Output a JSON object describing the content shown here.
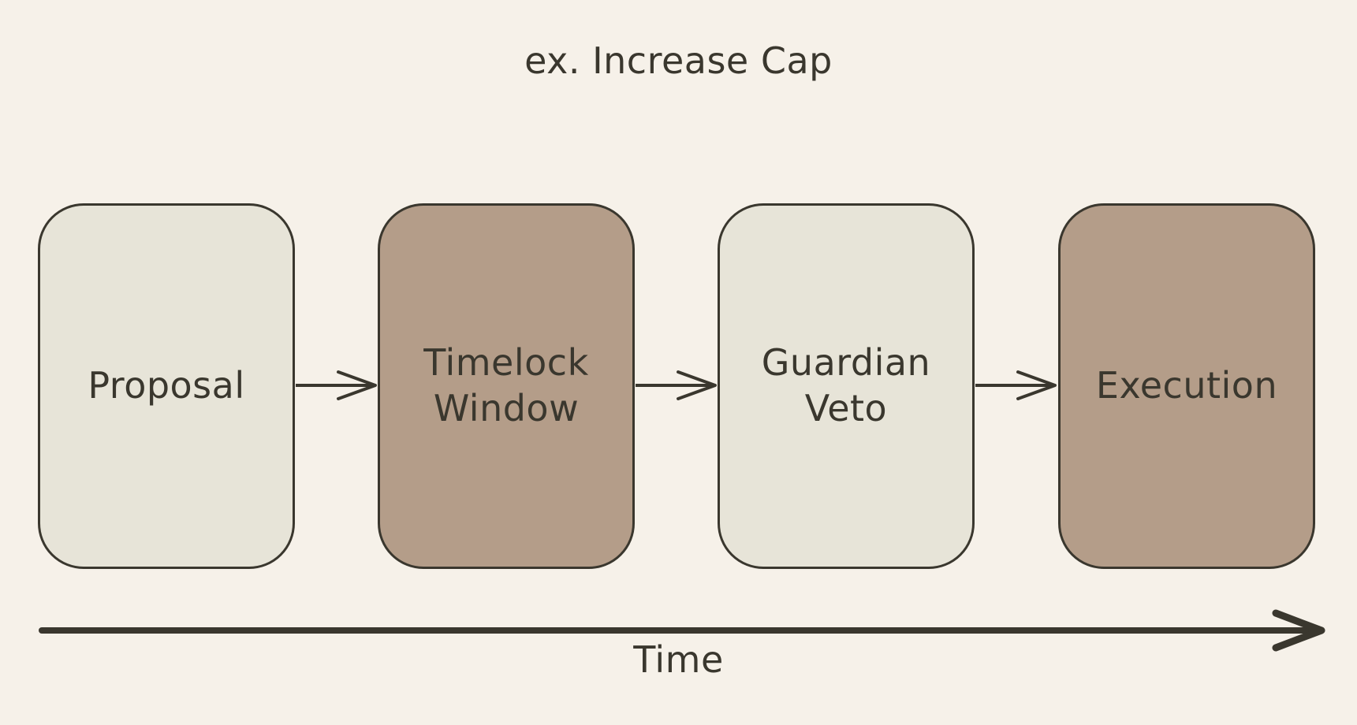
{
  "title": "ex. Increase Cap",
  "diagram": {
    "nodes": [
      {
        "label": "Proposal",
        "variant": "light"
      },
      {
        "label": "Timelock\nWindow",
        "variant": "brown"
      },
      {
        "label": "Guardian\nVeto",
        "variant": "light"
      },
      {
        "label": "Execution",
        "variant": "brown"
      }
    ],
    "flow_arrows": 3,
    "timeline_label": "Time"
  },
  "colors": {
    "background": "#f6f1e9",
    "node_light": "#e7e4d8",
    "node_brown": "#b49d89",
    "stroke_and_text": "#3a372e"
  },
  "icons": {
    "flow_arrow": "arrow-right-icon",
    "timeline_arrow": "arrow-right-icon"
  }
}
